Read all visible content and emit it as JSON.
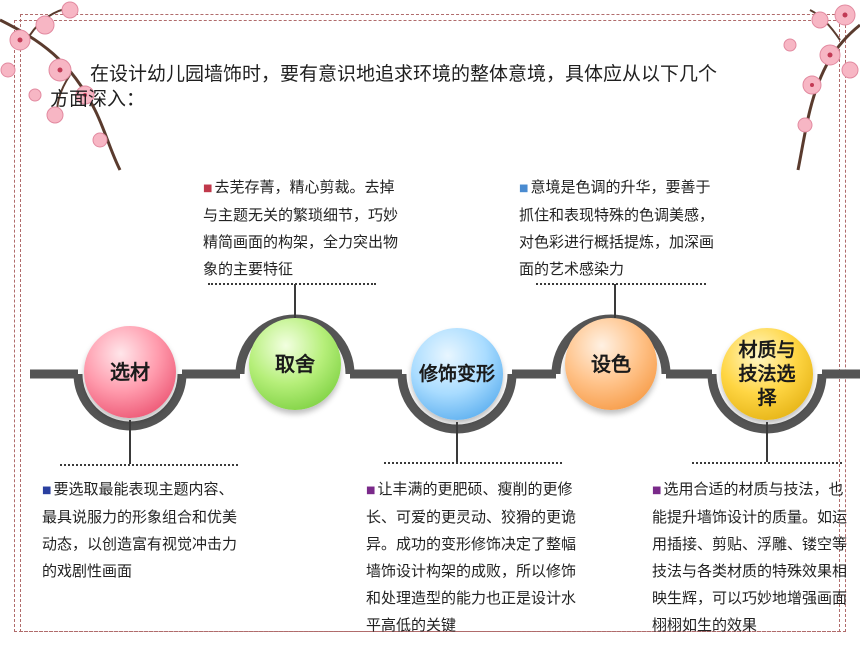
{
  "intro": "在设计幼儿园墙饰时，要有意识地追求环境的整体意境，具体应从以下几个方面深入：",
  "nodes": [
    {
      "label": "选材"
    },
    {
      "label": "取舍"
    },
    {
      "label": "修饰变形"
    },
    {
      "label": "设色"
    },
    {
      "label": "材质与技法选择"
    }
  ],
  "notes": {
    "quse": "去芜存菁，精心剪裁。去掉与主题无关的繁琐细节，巧妙精简画面的构架，全力突出物象的主要特征",
    "sese": "意境是色调的升华，要善于抓住和表现特殊的色调美感，对色彩进行概括提炼，加深画面的艺术感染力",
    "xuancai": "要选取最能表现主题内容、最具说服力的形象组合和优美动态，以创造富有视觉冲击力的戏剧性画面",
    "xiushi": "让丰满的更肥硕、瘦削的更修长、可爱的更灵动、狡猾的更诡异。成功的变形修饰决定了整幅墙饰设计构架的成败，所以修饰和处理造型的能力也正是设计水平高低的关键",
    "caizhi": "选用合适的材质与技法，也能提升墙饰设计的质量。如运用插接、剪贴、浮雕、镂空等技法与各类材质的特殊效果相映生辉，可以巧妙地增强画面栩栩如生的效果"
  },
  "colors": {
    "frame": "#b06b6b",
    "red": "#e4375a",
    "green": "#66c42a",
    "blue": "#3b9be8",
    "orange": "#f38a2a",
    "gold": "#d9a300"
  }
}
